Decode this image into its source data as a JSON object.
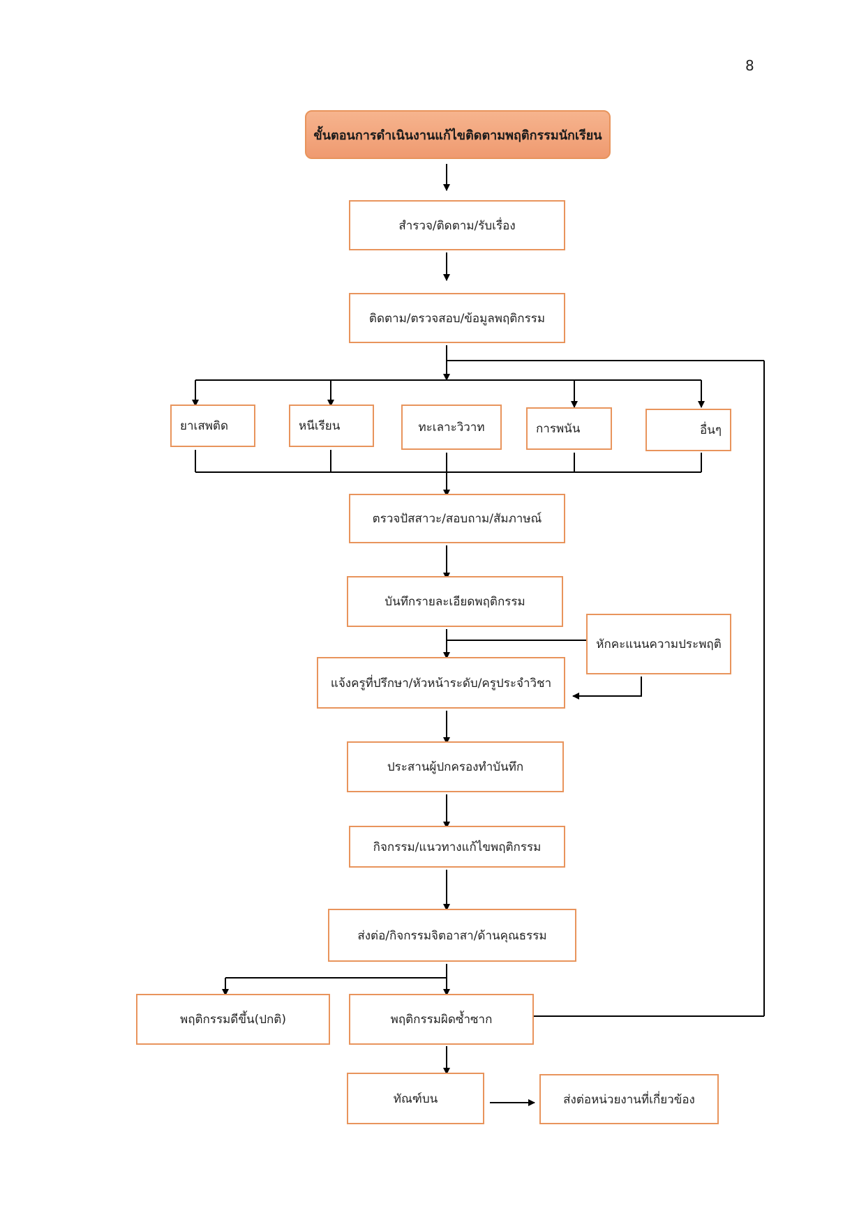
{
  "page_number": "8",
  "title": "ขั้นตอนการดำเนินงานแก้ไขติดตามพฤติกรรมนักเรียน",
  "steps": {
    "survey": "สำรวจ/ติดตาม/รับเรื่อง",
    "check": "ติดตาม/ตรวจสอบ/ข้อมูลพฤติกรรม",
    "urine_test": "ตรวจปัสสาวะ/สอบถาม/สัมภาษณ์",
    "record": "บันทึกรายละเอียดพฤติกรรม",
    "deduct": "หักคะแนนความประพฤติ",
    "notify": "แจ้งครูที่ปรึกษา/หัวหน้าระดับ/ครูประจำวิชา",
    "parents": "ประสานผู้ปกครองทำบันทึก",
    "activity": "กิจกรรม/แนวทางแก้ไขพฤติกรรม",
    "refer": "ส่งต่อ/กิจกรรมจิตอาสา/ด้านคุณธรรม",
    "improved": "พฤติกรรมดีขึ้น(ปกติ)",
    "repeat": "พฤติกรรมผิดซ้ำซาก",
    "probation": "ทัณฑ์บน",
    "agency": "ส่งต่อหน่วยงานที่เกี่ยวข้อง"
  },
  "categories": [
    "ยาเสพติด",
    "หนีเรียน",
    "ทะเลาะวิวาท",
    "การพนัน",
    "อื่นๆ"
  ],
  "colors": {
    "box_border": "#e8945c",
    "title_fill": "#f2a57c",
    "line": "#000000"
  }
}
